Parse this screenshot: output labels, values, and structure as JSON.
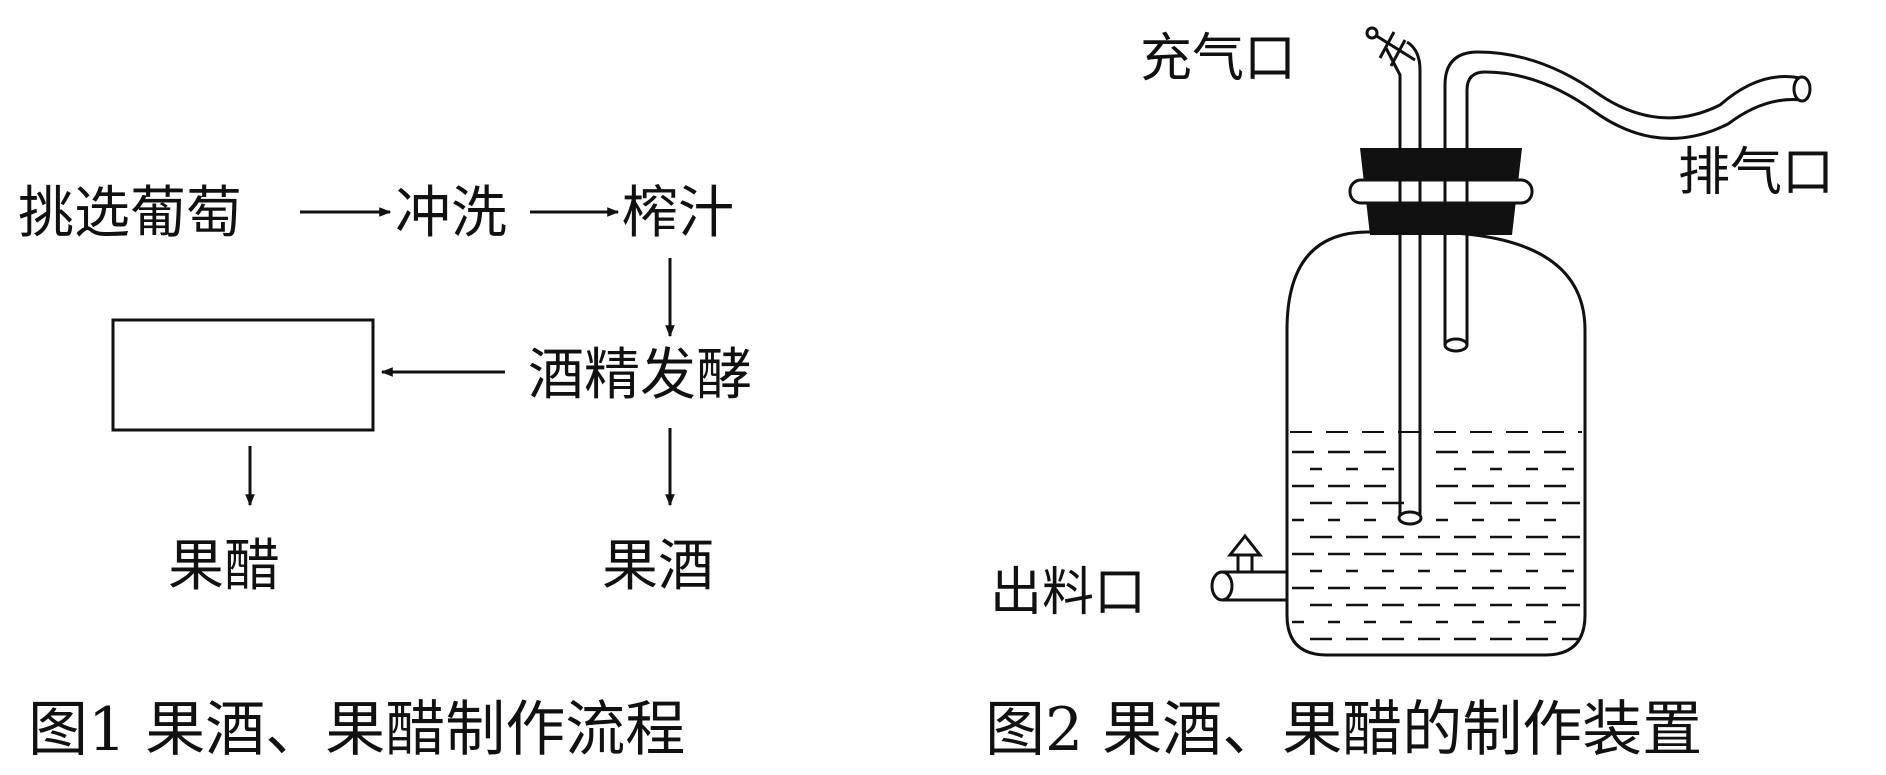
{
  "figure1": {
    "caption": "图1 果酒、果醋制作流程",
    "steps": {
      "select": "挑选葡萄",
      "rinse": "冲洗",
      "juice": "榨汁",
      "alcohol_fermentation": "酒精发酵",
      "blank_box": "",
      "fruit_vinegar": "果醋",
      "fruit_wine": "果酒"
    }
  },
  "figure2": {
    "caption": "图2 果酒、果醋的制作装置",
    "ports": {
      "inlet": "充气口",
      "exhaust": "排气口",
      "outlet": "出料口"
    }
  },
  "colors": {
    "line": "#111111",
    "background": "#ffffff"
  }
}
